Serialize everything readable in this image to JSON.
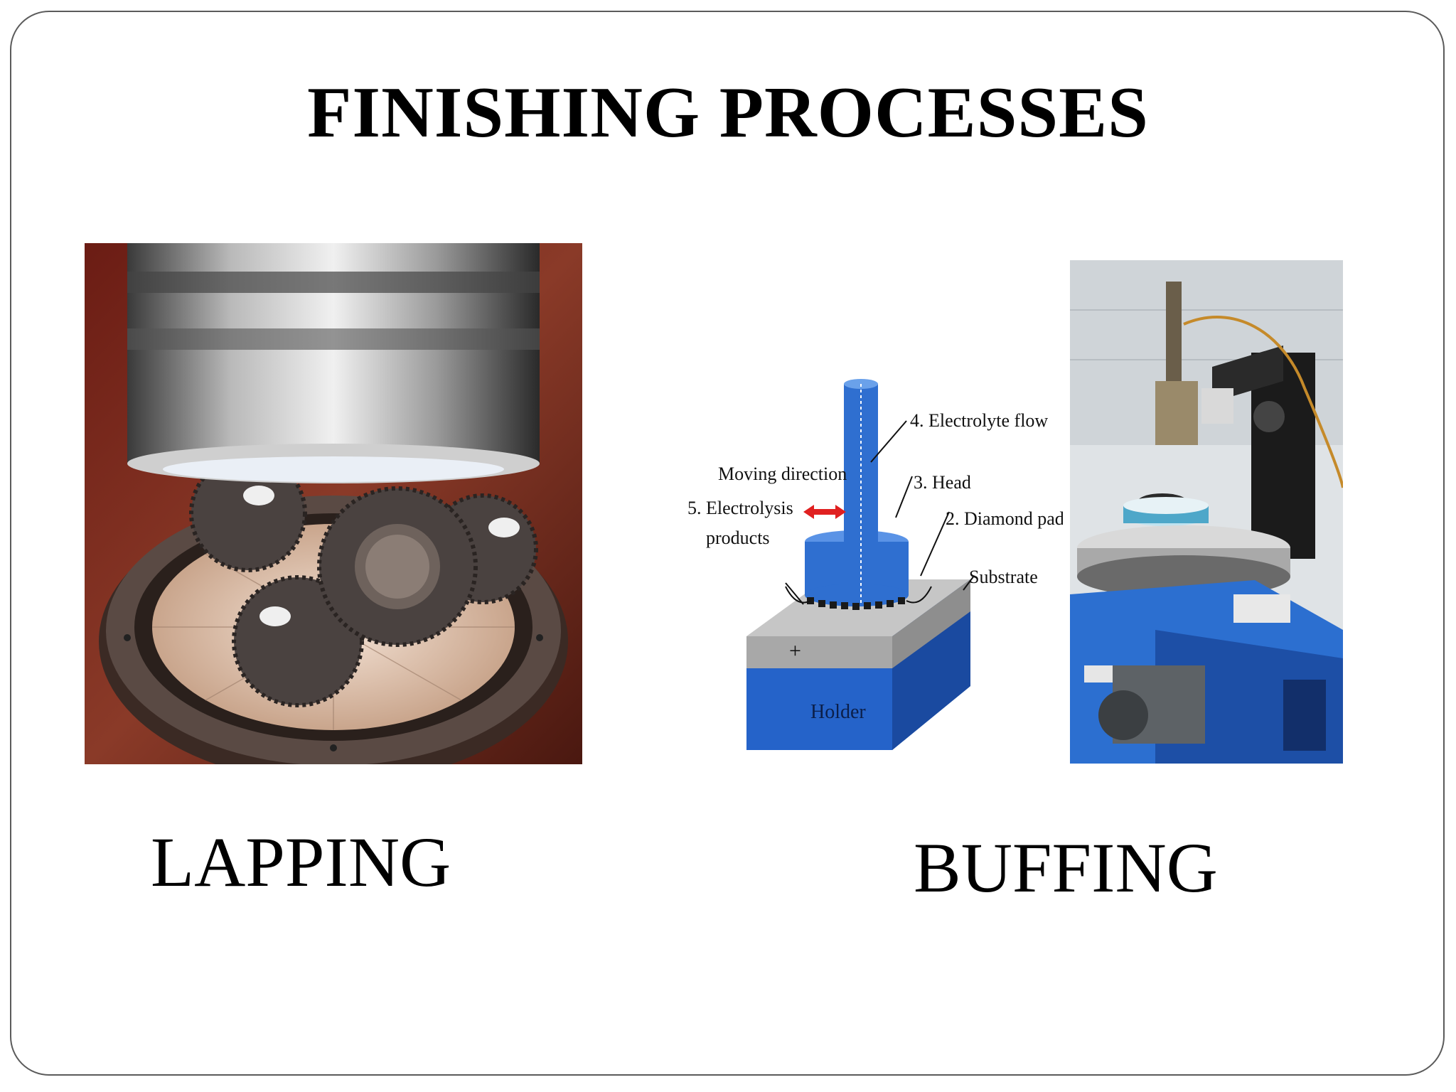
{
  "slide": {
    "title": "FINISHING PROCESSES",
    "captions": {
      "left": "LAPPING",
      "right": "BUFFING"
    }
  },
  "diagram": {
    "labels": {
      "electrolyte_flow": "4. Electrolyte flow",
      "moving_direction": "Moving direction",
      "head": "3. Head",
      "electrolysis_products_1": "5. Electrolysis",
      "electrolysis_products_2": "products",
      "diamond_pad": "2. Diamond pad",
      "substrate": "Substrate",
      "holder": "Holder",
      "plus": "+"
    }
  },
  "colors": {
    "frame": "#5b5b5b",
    "head_blue": "#2f6fd0",
    "holder_blue": "#2563c9",
    "substrate_gray": "#b8b8b8",
    "arrow_red": "#e02020"
  }
}
